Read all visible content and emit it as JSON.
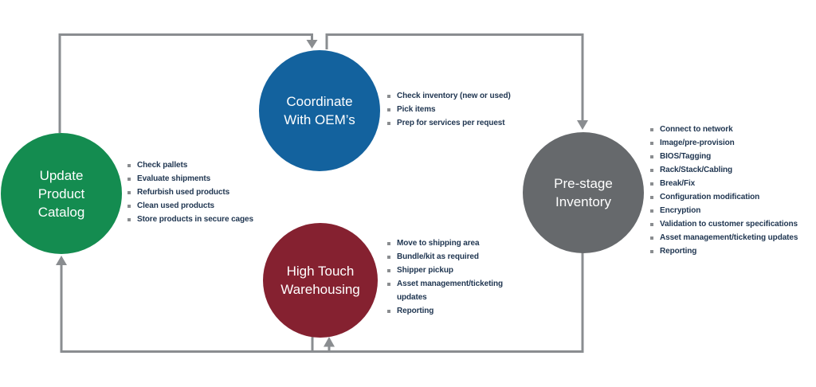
{
  "diagram": {
    "colors": {
      "connector": "#8a8d90",
      "bullet-text": "#1f3550"
    },
    "nodes": [
      {
        "id": "update-product-catalog",
        "label_lines": [
          "Update",
          "Product",
          "Catalog"
        ],
        "color": "#148C50",
        "bullets": [
          "Check pallets",
          "Evaluate shipments",
          "Refurbish used products",
          "Clean used products",
          "Store products in secure cages"
        ]
      },
      {
        "id": "coordinate-with-oems",
        "label_lines": [
          "Coordinate",
          "With OEM’s"
        ],
        "color": "#13629E",
        "bullets": [
          "Check inventory (new or used)",
          "Pick items",
          "Prep for services per request"
        ]
      },
      {
        "id": "high-touch-warehousing",
        "label_lines": [
          "High Touch",
          "Warehousing"
        ],
        "color": "#852130",
        "bullets": [
          "Move to shipping area",
          "Bundle/kit as required",
          "Shipper pickup",
          "Asset management/ticketing updates",
          "Reporting"
        ]
      },
      {
        "id": "pre-stage-inventory",
        "label_lines": [
          "Pre-stage",
          "Inventory"
        ],
        "color": "#66696C",
        "bullets": [
          "Connect to network",
          "Image/pre-provision",
          "BIOS/Tagging",
          "Rack/Stack/Cabling",
          "Break/Fix",
          "Configuration modification",
          "Encryption",
          "Validation to customer specifications",
          "Asset management/ticketing updates",
          "Reporting"
        ]
      }
    ]
  }
}
